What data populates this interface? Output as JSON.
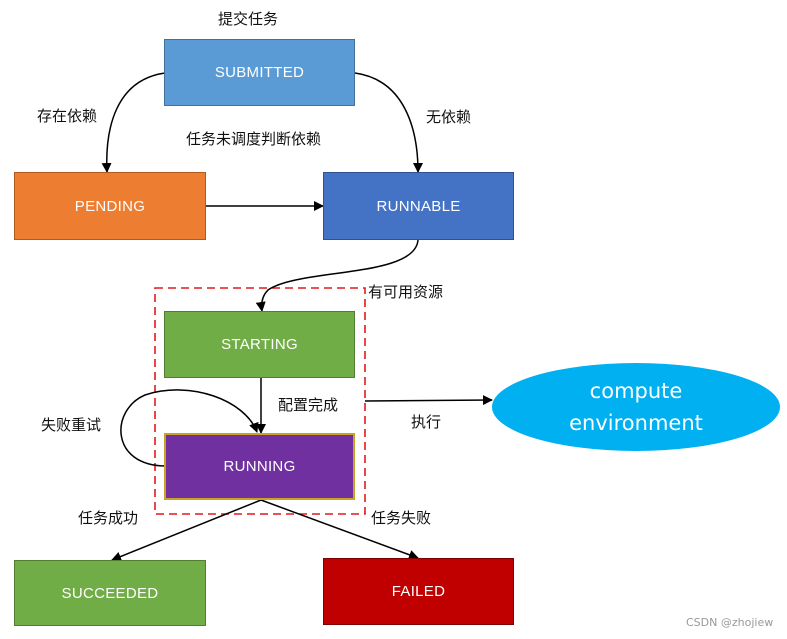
{
  "states": {
    "submitted": {
      "label": "SUBMITTED",
      "color": "#5B9BD5",
      "border": "#41719C"
    },
    "pending": {
      "label": "PENDING",
      "color": "#ED7D31",
      "border": "#AE5A21"
    },
    "runnable": {
      "label": "RUNNABLE",
      "color": "#4472C4",
      "border": "#2F528F"
    },
    "starting": {
      "label": "STARTING",
      "color": "#70AD47",
      "border": "#507E32"
    },
    "running": {
      "label": "RUNNING",
      "color": "#7030A0",
      "border": "#C9A227"
    },
    "succeeded": {
      "label": "SUCCEEDED",
      "color": "#70AD47",
      "border": "#507E32"
    },
    "failed": {
      "label": "FAILED",
      "color": "#C00000",
      "border": "#7F0000"
    }
  },
  "compute_environment": {
    "line1": "compute",
    "line2": "environment",
    "color": "#00B0F0"
  },
  "labels": {
    "submit_task": "提交任务",
    "has_dependency": "存在依赖",
    "no_dependency": "无依赖",
    "unscheduled_check": "任务未调度判断依赖",
    "resources_available": "有可用资源",
    "config_done": "配置完成",
    "execute": "执行",
    "retry_on_failure": "失败重试",
    "task_success": "任务成功",
    "task_failure": "任务失败"
  },
  "group_border_color": "#E31A1C",
  "watermark": "CSDN @zhojiew"
}
